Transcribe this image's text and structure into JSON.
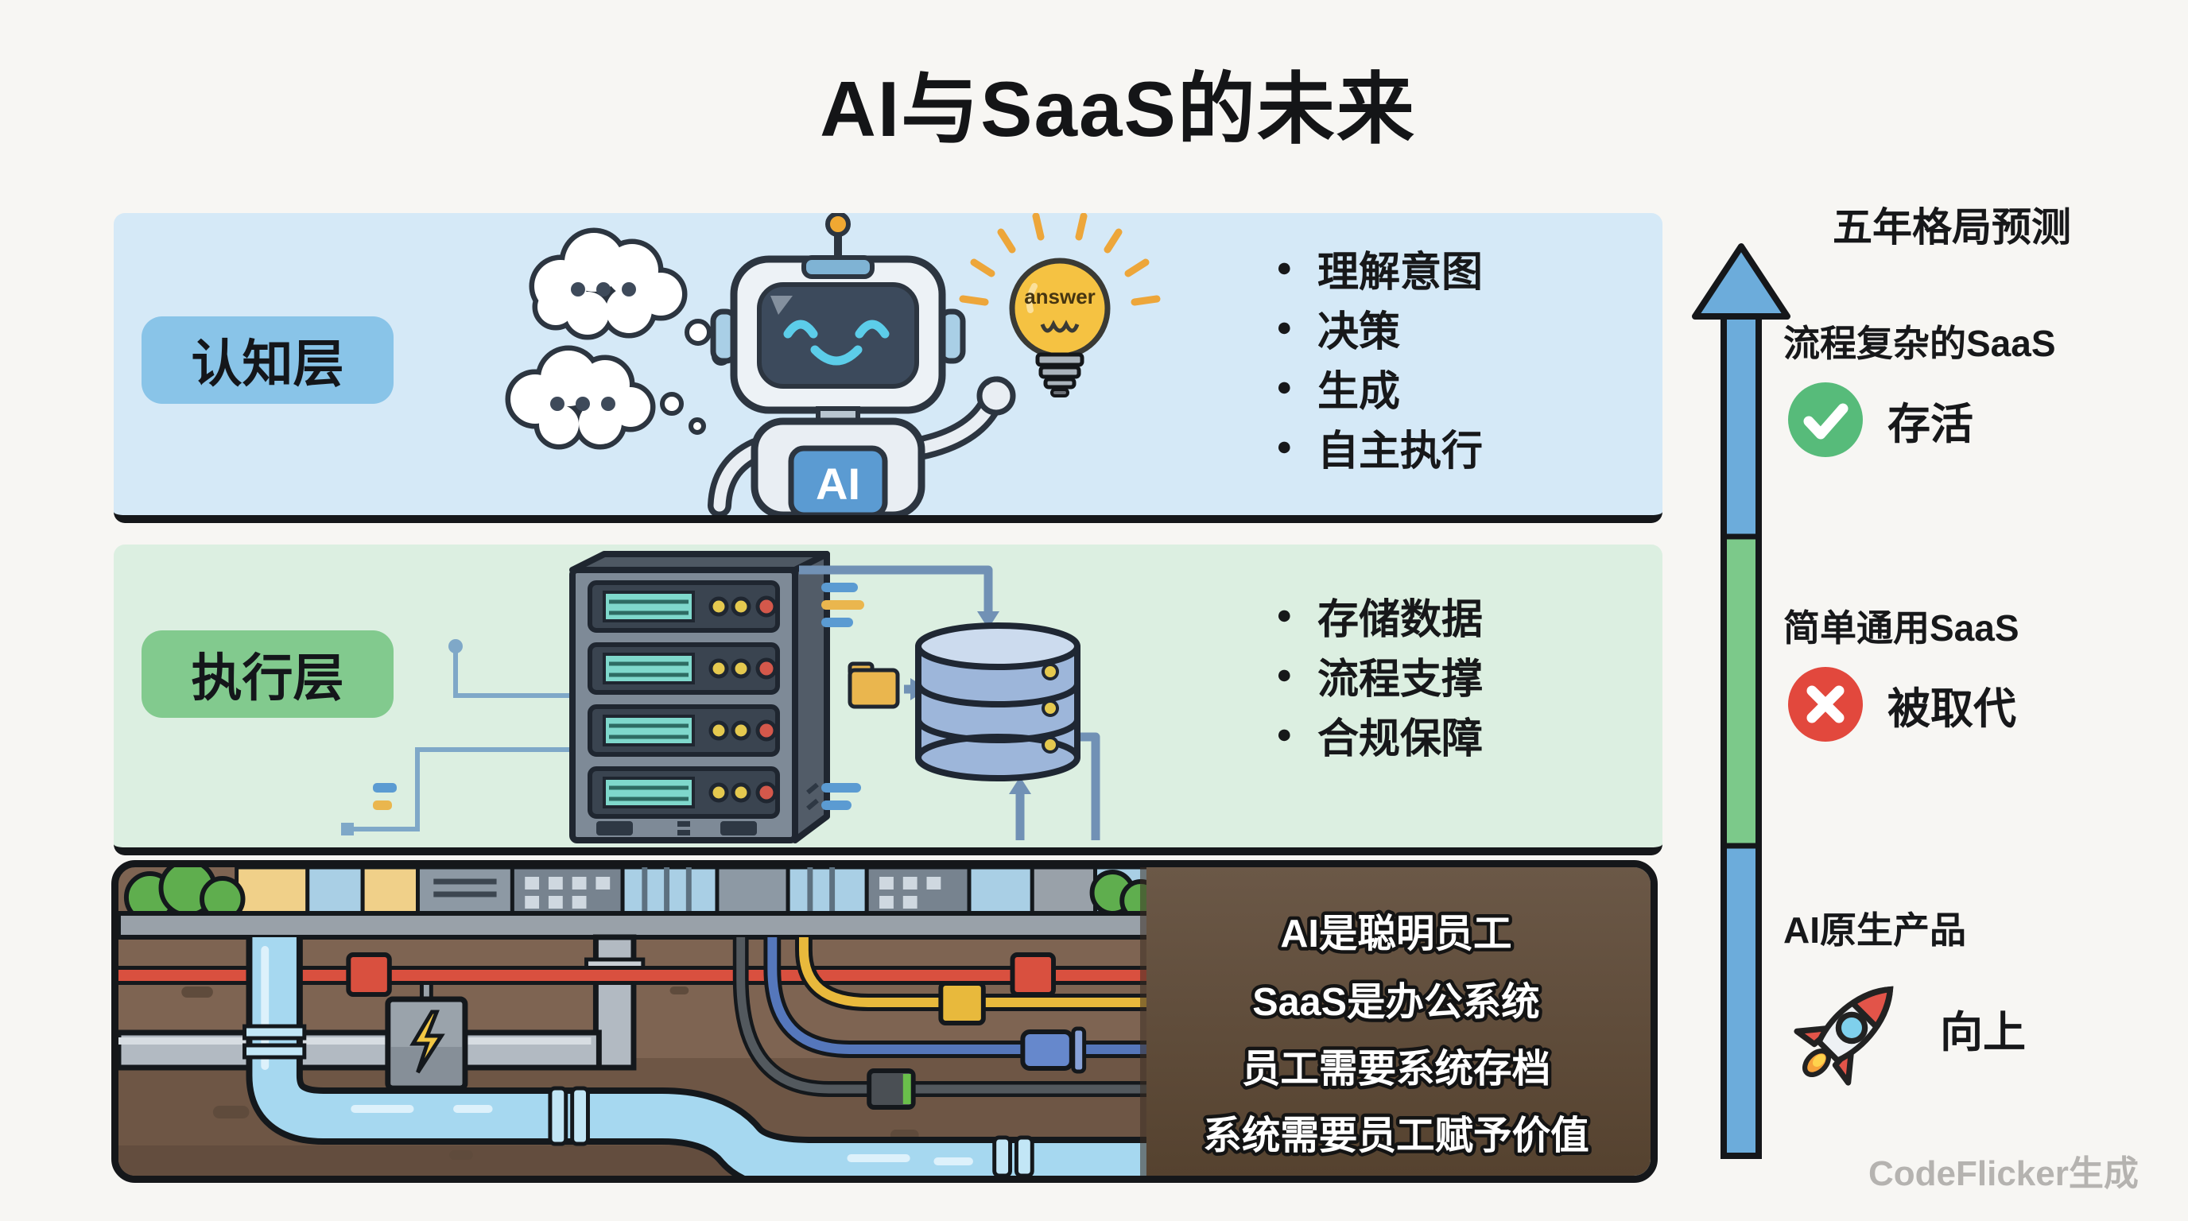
{
  "title": "AI与SaaS的未来",
  "layers": [
    {
      "label": "认知层",
      "bullets": [
        "理解意图",
        "决策",
        "生成",
        "自主执行"
      ]
    },
    {
      "label": "执行层",
      "bullets": [
        "存储数据",
        "流程支撑",
        "合规保障"
      ]
    }
  ],
  "foundation": {
    "lines": [
      "AI是聪明员工",
      "SaaS是办公系统",
      "员工需要系统存档",
      "系统需要员工赋予价值"
    ]
  },
  "robot": {
    "chest_label": "AI",
    "bulb_label": "answer"
  },
  "prediction": {
    "header": "五年格局预测",
    "items": [
      {
        "label": "流程复杂的SaaS",
        "icon": "check-icon",
        "status": "存活"
      },
      {
        "label": "简单通用SaaS",
        "icon": "cross-icon",
        "status": "被取代"
      },
      {
        "label": "AI原生产品",
        "icon": "rocket-icon",
        "status": "向上"
      }
    ]
  },
  "watermark": "CodeFlicker生成",
  "colors": {
    "band_cognition": "#d5e9f7",
    "band_execution": "#dcefe1",
    "badge_cognition": "#89c4e8",
    "badge_execution": "#82ca8e",
    "arrow_blue": "#6cacdb",
    "arrow_green": "#7cc98a",
    "check_green": "#57bb7a",
    "cross_red": "#e2483d",
    "soil_brown": "#7e6452",
    "panel_brown": "#5d4a38"
  }
}
